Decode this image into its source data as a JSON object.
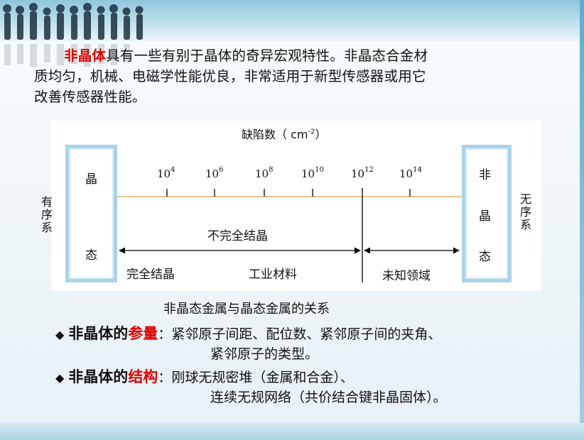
{
  "intro": {
    "highlight": "非晶体",
    "line1_rest": "具有一些有别于晶体的奇异宏观特性。非晶态合金材",
    "line2": "质均匀，机械、电磁学性能优良，非常适用于新型传感器或用它",
    "line3": "改善传感器性能。"
  },
  "diagram": {
    "defect_title_main": "缺陷数（ cm",
    "defect_title_sup": "-2",
    "defect_title_close": "）",
    "ticks": [
      {
        "base": "10",
        "exp": "4"
      },
      {
        "base": "10",
        "exp": "6"
      },
      {
        "base": "10",
        "exp": "8"
      },
      {
        "base": "10",
        "exp": "10"
      },
      {
        "base": "10",
        "exp": "12"
      },
      {
        "base": "10",
        "exp": "14"
      }
    ],
    "left_box": {
      "top": "晶",
      "bottom": "态"
    },
    "right_box": {
      "top": "非",
      "middle": "晶",
      "bottom": "态"
    },
    "left_side": [
      "有",
      "序",
      "系"
    ],
    "right_side": [
      "无",
      "序",
      "系"
    ],
    "incomplete_crystal": "不完全结晶",
    "complete_crystal": "完全结晶",
    "industrial_material": "工业材料",
    "unknown_field": "未知领域",
    "colors": {
      "box_border": "#a9d3ea",
      "scale_line": "#e0b070"
    }
  },
  "caption": "非晶态金属与晶态金属的关系",
  "bullets": [
    {
      "lead": "非晶体的",
      "key": "参量",
      "line1": "：紧邻原子间距、配位数、紧邻原子间的夹角、",
      "line2": "紧邻原子的类型。"
    },
    {
      "lead": "非晶体的",
      "key": "结构",
      "line1": "：刚球无规密堆（金属和合金）、",
      "line2": "连续无规网络（共价结合键非晶固体）。"
    }
  ]
}
